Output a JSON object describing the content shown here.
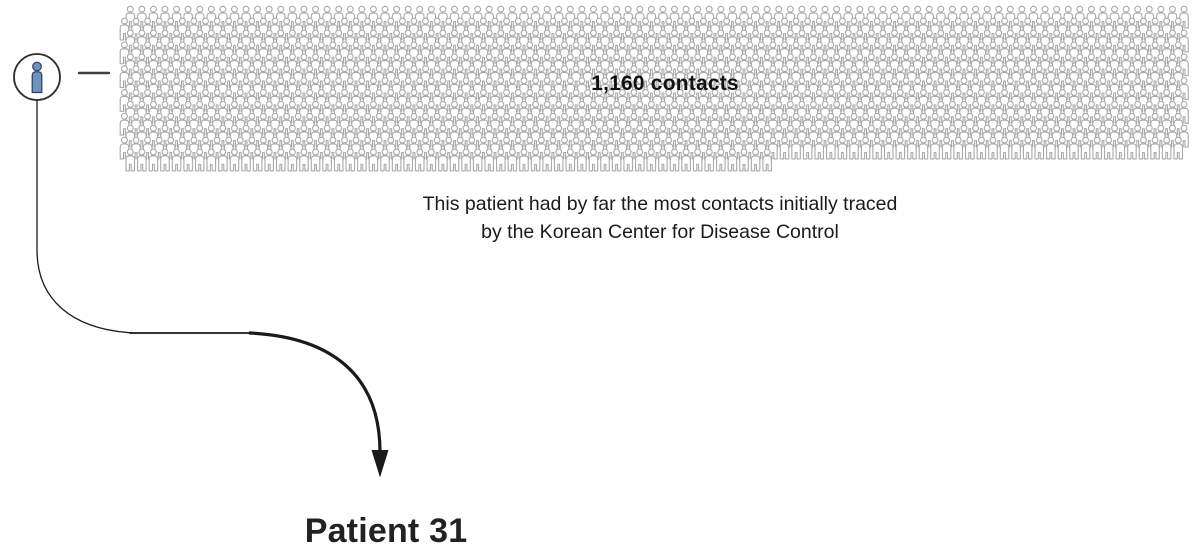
{
  "canvas": {
    "background": "#ffffff"
  },
  "labels": {
    "overlay": "1,160 contacts",
    "caption_line1": "This patient had by far the most contacts initially traced",
    "caption_line2": "by the Korean Center for Disease Control",
    "subject": "Patient 31"
  },
  "patient_node": {
    "icon": "person-icon",
    "circle_stroke": "#2e2e2e",
    "person_fill": "#7191bd",
    "person_stroke": "#27406b"
  },
  "connector": {
    "dash_color": "#3f3f3f",
    "arrow_color": "#1a1a1a"
  },
  "chart_data": {
    "type": "pictogram",
    "title": "1,160 contacts",
    "total": 1160,
    "unit_icon": "person",
    "icons_per_full_row": 92,
    "full_rows": 12,
    "last_row_count": 56,
    "rows_staggered": true,
    "icon_stroke": "#a9a9a9",
    "icon_fill": "#ffffff",
    "annotation": "This patient had by far the most contacts initially traced by the Korean Center for Disease Control",
    "subject": "Patient 31",
    "legend_position": "none",
    "grid": "off"
  }
}
